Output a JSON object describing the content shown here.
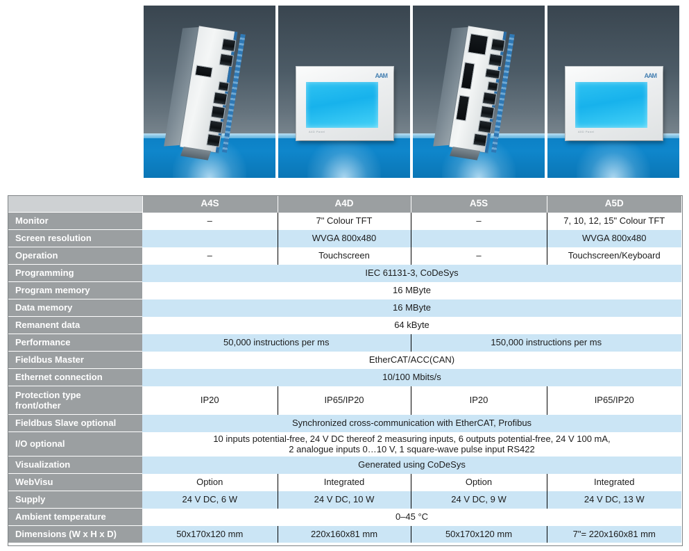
{
  "gallery": {
    "photos": [
      {
        "name": "a4s-controller-photo",
        "device": "din-rail-controller",
        "brand": ""
      },
      {
        "name": "a4d-panel-photo",
        "device": "hmi-panel",
        "brand": "AAM",
        "micro": "A4D Panel"
      },
      {
        "name": "a5s-controller-photo",
        "device": "din-rail-controller",
        "brand": ""
      },
      {
        "name": "a5d-panel-photo",
        "device": "hmi-panel",
        "brand": "AAM",
        "micro": "A5D Panel"
      }
    ]
  },
  "table": {
    "corner_label": "",
    "columns": [
      "A4S",
      "A4D",
      "A5S",
      "A5D"
    ],
    "rows": [
      {
        "label": "Monitor",
        "cells": [
          {
            "text": "–",
            "span": 1
          },
          {
            "text": "7\" Colour TFT",
            "span": 1
          },
          {
            "text": "–",
            "span": 1
          },
          {
            "text": "7, 10, 12, 15\" Colour TFT",
            "span": 1
          }
        ]
      },
      {
        "label": "Screen resolution",
        "cells": [
          {
            "text": "",
            "span": 1
          },
          {
            "text": "WVGA 800x480",
            "span": 1
          },
          {
            "text": "",
            "span": 1
          },
          {
            "text": "WVGA 800x480",
            "span": 1
          }
        ]
      },
      {
        "label": "Operation",
        "cells": [
          {
            "text": "–",
            "span": 1
          },
          {
            "text": "Touchscreen",
            "span": 1
          },
          {
            "text": "–",
            "span": 1
          },
          {
            "text": "Touchscreen/Keyboard",
            "span": 1
          }
        ]
      },
      {
        "label": "Programming",
        "cells": [
          {
            "text": "IEC 61131-3, CoDeSys",
            "span": 4
          }
        ]
      },
      {
        "label": "Program memory",
        "cells": [
          {
            "text": "16 MByte",
            "span": 4
          }
        ]
      },
      {
        "label": "Data memory",
        "cells": [
          {
            "text": "16 MByte",
            "span": 4
          }
        ]
      },
      {
        "label": "Remanent data",
        "cells": [
          {
            "text": "64 kByte",
            "span": 4
          }
        ]
      },
      {
        "label": "Performance",
        "cells": [
          {
            "text": "50,000 instructions per ms",
            "span": 2
          },
          {
            "text": "150,000 instructions per ms",
            "span": 2
          }
        ]
      },
      {
        "label": "Fieldbus Master",
        "cells": [
          {
            "text": "EtherCAT/ACC(CAN)",
            "span": 4
          }
        ]
      },
      {
        "label": "Ethernet connection",
        "cells": [
          {
            "text": "10/100 Mbits/s",
            "span": 4
          }
        ]
      },
      {
        "label": "Protection type\nfront/other",
        "label_line1": "Protection type",
        "label_line2": "front/other",
        "cells": [
          {
            "text": "IP20",
            "span": 1
          },
          {
            "text": "IP65/IP20",
            "span": 1
          },
          {
            "text": "IP20",
            "span": 1
          },
          {
            "text": "IP65/IP20",
            "span": 1
          }
        ]
      },
      {
        "label": "Fieldbus Slave optional",
        "cells": [
          {
            "text": "Synchronized cross-communication with EtherCAT, Profibus",
            "span": 4
          }
        ]
      },
      {
        "label": "I/O optional",
        "cells": [
          {
            "text": "10 inputs potential-free, 24 V DC thereof 2 measuring inputs, 6 outputs potential-free, 24 V 100 mA,\n2 analogue inputs 0…10 V, 1 square-wave pulse input RS422",
            "span": 4
          }
        ],
        "line1": "10 inputs potential-free, 24 V DC thereof 2 measuring inputs, 6 outputs potential-free, 24 V 100 mA,",
        "line2": "2 analogue inputs 0…10 V, 1 square-wave pulse input RS422"
      },
      {
        "label": "Visualization",
        "cells": [
          {
            "text": "Generated using CoDeSys",
            "span": 4
          }
        ]
      },
      {
        "label": "WebVisu",
        "cells": [
          {
            "text": "Option",
            "span": 1
          },
          {
            "text": "Integrated",
            "span": 1
          },
          {
            "text": "Option",
            "span": 1
          },
          {
            "text": "Integrated",
            "span": 1
          }
        ]
      },
      {
        "label": "Supply",
        "cells": [
          {
            "text": "24 V DC, 6 W",
            "span": 1
          },
          {
            "text": "24 V DC, 10 W",
            "span": 1
          },
          {
            "text": "24 V DC, 9 W",
            "span": 1
          },
          {
            "text": "24 V DC, 13 W",
            "span": 1
          }
        ]
      },
      {
        "label": "Ambient temperature",
        "cells": [
          {
            "text": "0–45 °C",
            "span": 4
          }
        ]
      },
      {
        "label": "Dimensions (W x H x D)",
        "cells": [
          {
            "text": "50x170x120 mm",
            "span": 1
          },
          {
            "text": "220x160x81 mm",
            "span": 1
          },
          {
            "text": "50x170x120 mm",
            "span": 1
          },
          {
            "text": "7\"= 220x160x81 mm",
            "span": 1
          }
        ]
      }
    ]
  },
  "colors": {
    "header_label_grey": "#ced1d3",
    "header_col_grey": "#9b9fa1",
    "row_label_grey": "#9b9fa1",
    "stripe_blue": "#cbe5f5",
    "white": "#ffffff",
    "screen_cyan": "#17b2ec",
    "brand_blue": "#2a6ea8"
  }
}
